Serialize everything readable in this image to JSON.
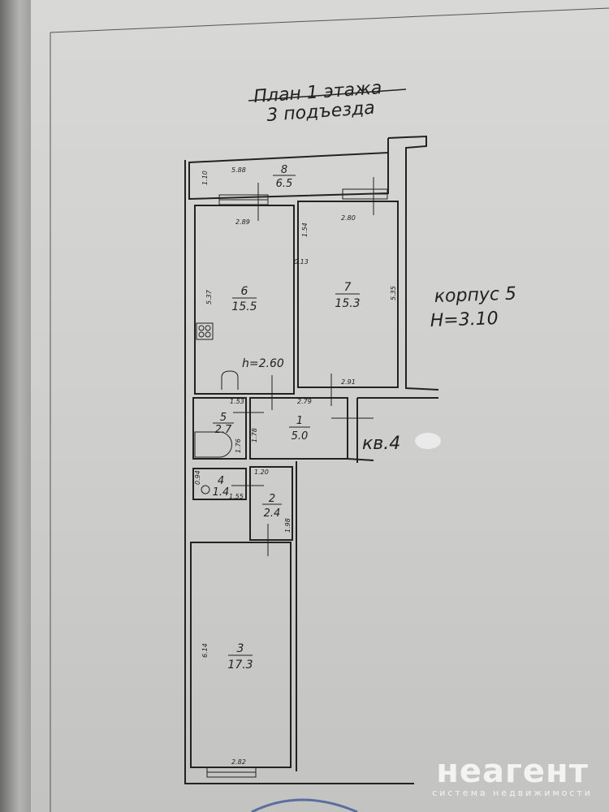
{
  "plan": {
    "title": "План 1 этажа",
    "subtitle": "3 подъезда",
    "building": "корпус 5",
    "building_height": "H=3.10",
    "room_height": "h=2.60",
    "apartment_label": "кв.4"
  },
  "rooms": [
    {
      "number": "8",
      "area": "6.5"
    },
    {
      "number": "6",
      "area": "15.5"
    },
    {
      "number": "7",
      "area": "15.3"
    },
    {
      "number": "5",
      "area": "2.7"
    },
    {
      "number": "1",
      "area": "5.0"
    },
    {
      "number": "4",
      "area": "1.4"
    },
    {
      "number": "2",
      "area": "2.4"
    },
    {
      "number": "3",
      "area": "17.3"
    }
  ],
  "dimensions": [
    "5.88",
    "1.10",
    "2.89",
    "2.80",
    "1.54",
    "0.13",
    "5.37",
    "5.35",
    "2.91",
    "2.79",
    "1.53",
    "1.78",
    "1.76",
    "0.94",
    "1.20",
    "1.55",
    "1.98",
    "6.14",
    "2.82"
  ],
  "watermark": {
    "brand": "неагент",
    "tagline": "система недвижимости"
  }
}
